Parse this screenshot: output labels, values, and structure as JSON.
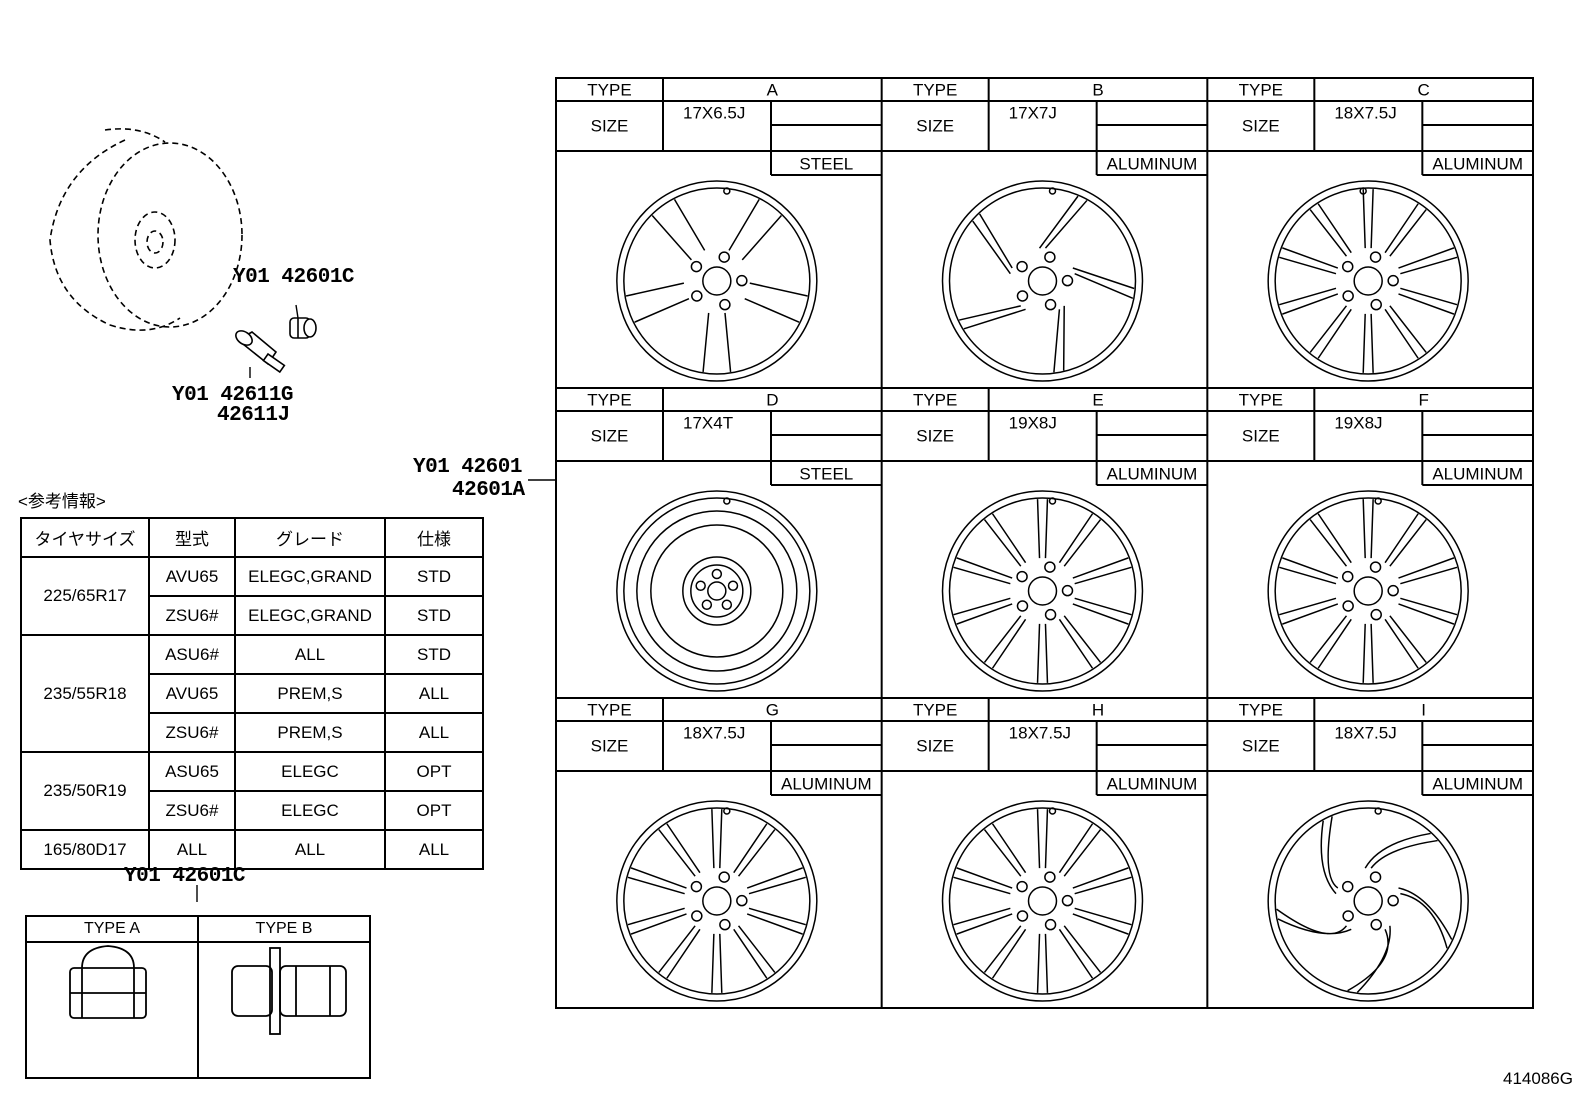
{
  "part_labels": {
    "lug_nut_top": "Y01 42601C",
    "valve_line1": "Y01 42611G",
    "valve_line2": "42611J",
    "wheel_line1": "Y01 42601",
    "wheel_line2": "42601A",
    "lug_nut_bottom": "Y01 42601C",
    "figure_id": "414086G"
  },
  "reference": {
    "title": "<参考情報>",
    "headers": [
      "タイヤサイズ",
      "型式",
      "グレード",
      "仕様"
    ],
    "groups": [
      {
        "tire": "225/65R17",
        "rows": [
          [
            "AVU65",
            "ELEGC,GRAND",
            "STD"
          ],
          [
            "ZSU6#",
            "ELEGC,GRAND",
            "STD"
          ]
        ]
      },
      {
        "tire": "235/55R18",
        "rows": [
          [
            "ASU6#",
            "ALL",
            "STD"
          ],
          [
            "AVU65",
            "PREM,S",
            "ALL"
          ],
          [
            "ZSU6#",
            "PREM,S",
            "ALL"
          ]
        ]
      },
      {
        "tire": "235/50R19",
        "rows": [
          [
            "ASU65",
            "ELEGC",
            "OPT"
          ],
          [
            "ZSU6#",
            "ELEGC",
            "OPT"
          ]
        ]
      },
      {
        "tire": "165/80D17",
        "rows": [
          [
            "ALL",
            "ALL",
            "ALL"
          ]
        ]
      }
    ]
  },
  "nut_types": [
    "TYPE A",
    "TYPE B"
  ],
  "wheel_table": {
    "type_label": "TYPE",
    "size_label": "SIZE",
    "wheels": [
      {
        "type": "A",
        "size": "17X6.5J",
        "material": "STEEL",
        "style": "steel5"
      },
      {
        "type": "B",
        "size": "17X7J",
        "material": "ALUMINUM",
        "style": "twist5"
      },
      {
        "type": "C",
        "size": "18X7.5J",
        "material": "ALUMINUM",
        "style": "multi10"
      },
      {
        "type": "D",
        "size": "17X4T",
        "material": "STEEL",
        "style": "spare"
      },
      {
        "type": "E",
        "size": "19X8J",
        "material": "ALUMINUM",
        "style": "split5"
      },
      {
        "type": "F",
        "size": "19X8J",
        "material": "ALUMINUM",
        "style": "split5"
      },
      {
        "type": "G",
        "size": "18X7.5J",
        "material": "ALUMINUM",
        "style": "split5"
      },
      {
        "type": "H",
        "size": "18X7.5J",
        "material": "ALUMINUM",
        "style": "twin5"
      },
      {
        "type": "I",
        "size": "18X7.5J",
        "material": "ALUMINUM",
        "style": "swirl"
      }
    ]
  }
}
